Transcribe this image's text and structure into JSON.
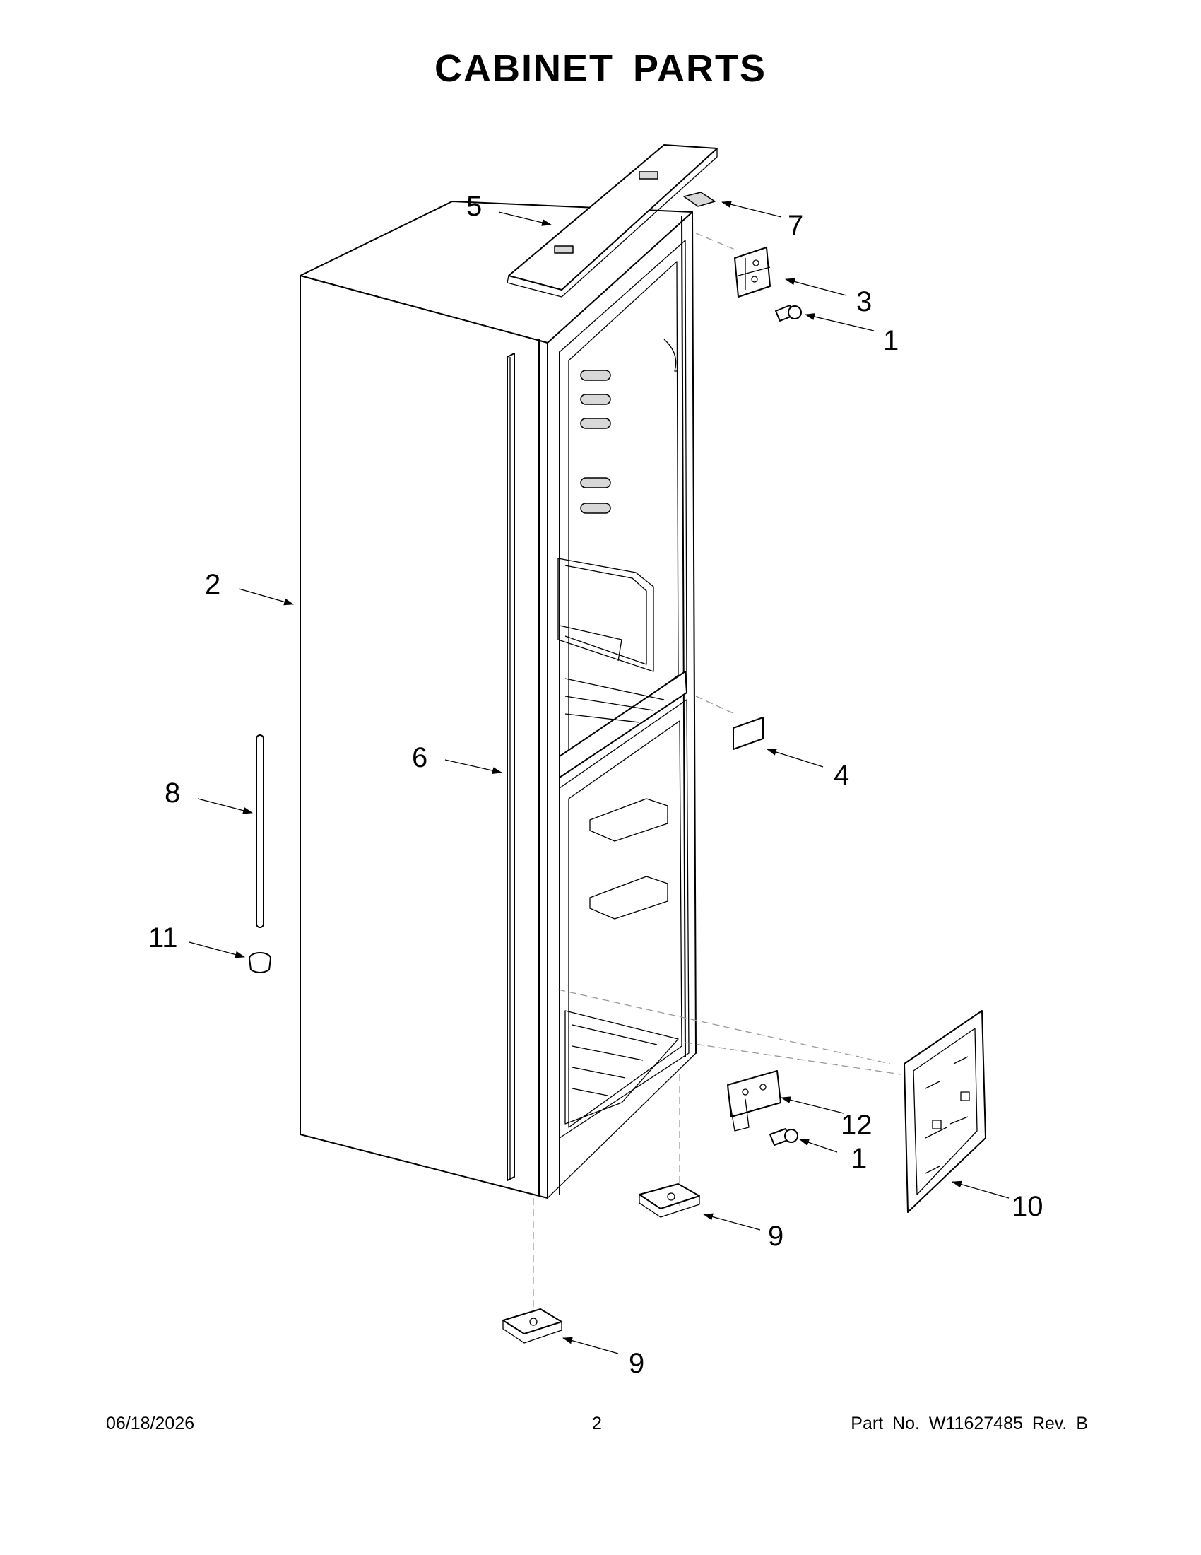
{
  "title": "CABINET PARTS",
  "callouts": [
    {
      "id": "c5",
      "text": "5"
    },
    {
      "id": "c7",
      "text": "7"
    },
    {
      "id": "c3",
      "text": "3"
    },
    {
      "id": "c1a",
      "text": "1"
    },
    {
      "id": "c2",
      "text": "2"
    },
    {
      "id": "c6",
      "text": "6"
    },
    {
      "id": "c4",
      "text": "4"
    },
    {
      "id": "c8",
      "text": "8"
    },
    {
      "id": "c11",
      "text": "11"
    },
    {
      "id": "c12",
      "text": "12"
    },
    {
      "id": "c1b",
      "text": "1"
    },
    {
      "id": "c10",
      "text": "10"
    },
    {
      "id": "c9a",
      "text": "9"
    },
    {
      "id": "c9b",
      "text": "9"
    }
  ],
  "footer": {
    "date": "06/18/2026",
    "page": "2",
    "part": "Part No.  W11627485  Rev.  B"
  }
}
